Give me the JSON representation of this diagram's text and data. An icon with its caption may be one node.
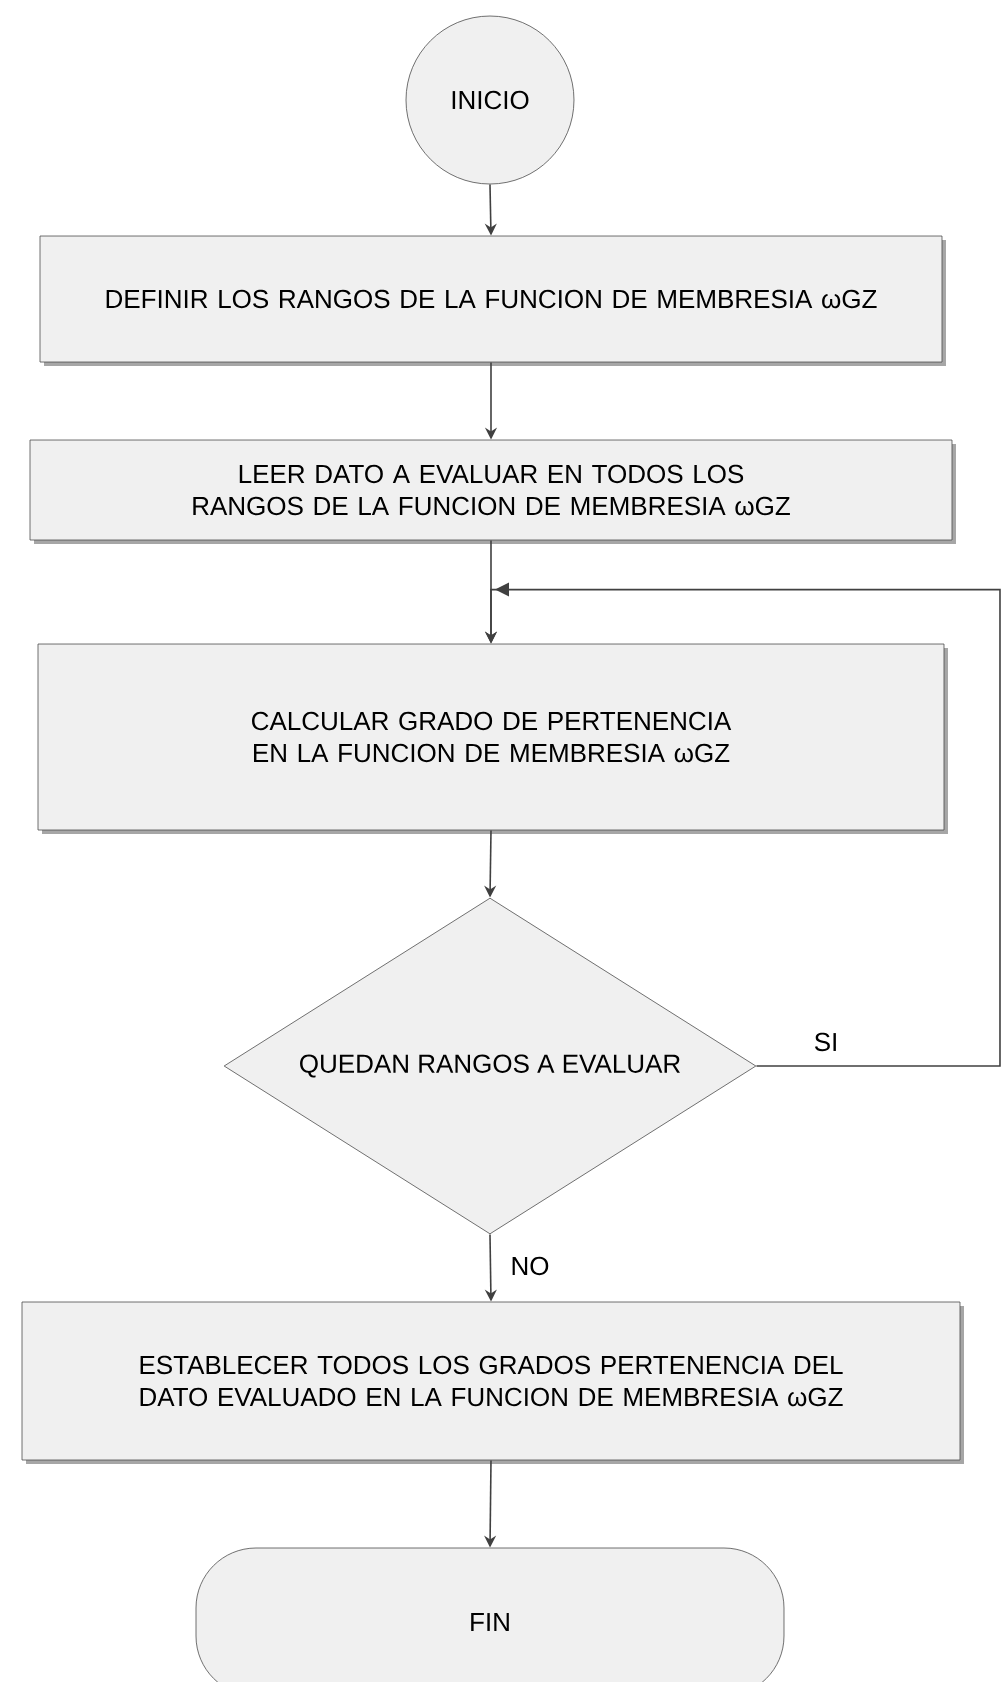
{
  "diagram": {
    "nodes": [
      {
        "text": [
          "INICIO"
        ]
      },
      {
        "text": [
          "DEFINIR LOS RANGOS DE LA FUNCION DE MEMBRESIA ωGZ"
        ]
      },
      {
        "text": [
          "LEER DATO A EVALUAR EN TODOS LOS RANGOS DE LA FUNCION DE MEMBRESIA ωGZ"
        ]
      },
      {
        "text": [
          "CALCULAR GRADO DE PERTENENCIA EN LA FUNCION DE MEMBRESIA ωGZ"
        ]
      },
      {
        "text": [
          "QUEDAN RANGOS A EVALUAR"
        ]
      },
      {
        "text": [
          "ESTABLECER TODOS LOS GRADOS PERTENENCIA DEL DATO EVALUADO EN LA FUNCION DE MEMBRESIA ωGZ"
        ]
      },
      {
        "text": [
          "FIN"
        ]
      }
    ],
    "edges": [
      {
        "from": 0,
        "to": 1,
        "arrow": "to"
      },
      {
        "from": 1,
        "to": 2,
        "arrow": "to"
      },
      {
        "from": 2,
        "to": 3,
        "arrow": "to"
      },
      {
        "from": 3,
        "to": 4,
        "arrow": "to"
      },
      {
        "from": 4,
        "to": 3,
        "arrow": "to",
        "label": "SI"
      },
      {
        "from": 4,
        "to": 5,
        "arrow": "to",
        "label": "NO"
      },
      {
        "from": 5,
        "to": 6,
        "arrow": "to"
      }
    ]
  }
}
